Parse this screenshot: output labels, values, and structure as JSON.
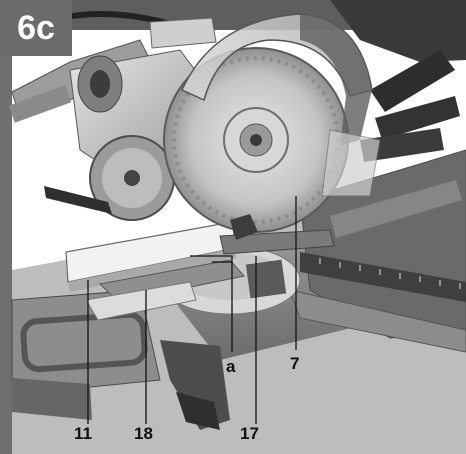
{
  "figure": {
    "badge": "6c",
    "callouts": {
      "c7": "7",
      "c11": "11",
      "c18": "18",
      "c17": "17",
      "ca": "a"
    }
  },
  "icons": [
    "miter-saw-illustration"
  ],
  "colors": {
    "background": "#ffffff",
    "badge_fill": "#6b6b6b",
    "badge_text": "#ffffff",
    "callout_text": "#111111"
  }
}
